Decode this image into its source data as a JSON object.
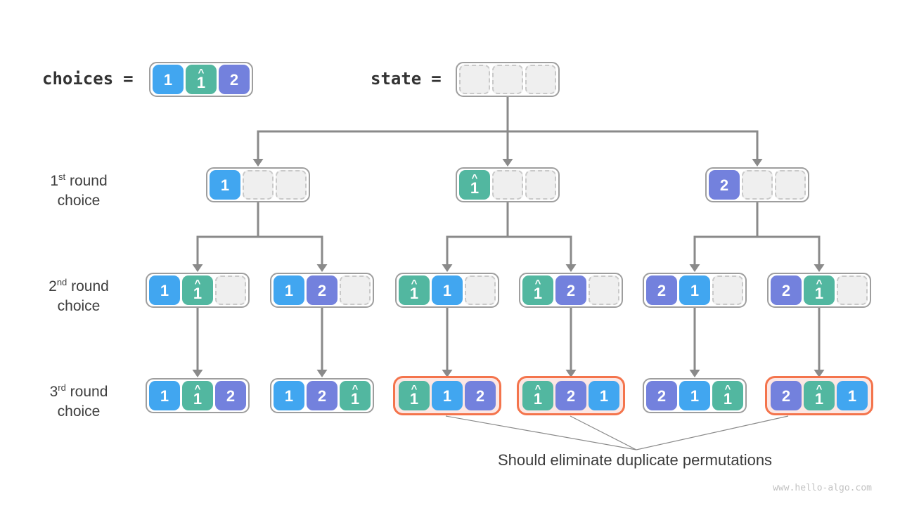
{
  "page": {
    "watermark": "www.hello-algo.com",
    "background": "#ffffff"
  },
  "colors": {
    "element_one": "#41A6F0",
    "element_one_hat": "#52B7A0",
    "element_two": "#7381DD",
    "container_border": "#9E9E9E",
    "empty_fill": "#EFEFEF",
    "empty_border": "#C9C9C9",
    "arrow": "#8A8A8A",
    "duplicate_border": "#F4744C",
    "duplicate_fill": "#FCE7E4",
    "text": "#3C3C3C"
  },
  "header": {
    "choices_label": "choices",
    "choices_eq": "=",
    "state_label": "state",
    "state_eq": "=",
    "choices_node": {
      "cells": [
        {
          "t": "one",
          "v": "1"
        },
        {
          "t": "one-hat",
          "v": "1",
          "hat": "^"
        },
        {
          "t": "two",
          "v": "2"
        }
      ]
    },
    "state_node": {
      "cells": [
        {
          "t": "empty"
        },
        {
          "t": "empty"
        },
        {
          "t": "empty"
        }
      ]
    }
  },
  "row_labels": [
    {
      "num": "1",
      "sup": "st",
      "rest": " round",
      "line2": "choice"
    },
    {
      "num": "2",
      "sup": "nd",
      "rest": " round",
      "line2": "choice"
    },
    {
      "num": "3",
      "sup": "rd",
      "rest": " round",
      "line2": "choice"
    }
  ],
  "tree": {
    "round1": [
      {
        "cells": [
          {
            "t": "one",
            "v": "1"
          },
          {
            "t": "empty"
          },
          {
            "t": "empty"
          }
        ]
      },
      {
        "cells": [
          {
            "t": "one-hat",
            "v": "1",
            "hat": "^"
          },
          {
            "t": "empty"
          },
          {
            "t": "empty"
          }
        ]
      },
      {
        "cells": [
          {
            "t": "two",
            "v": "2"
          },
          {
            "t": "empty"
          },
          {
            "t": "empty"
          }
        ]
      }
    ],
    "round2": [
      {
        "cells": [
          {
            "t": "one",
            "v": "1"
          },
          {
            "t": "one-hat",
            "v": "1",
            "hat": "^"
          },
          {
            "t": "empty"
          }
        ]
      },
      {
        "cells": [
          {
            "t": "one",
            "v": "1"
          },
          {
            "t": "two",
            "v": "2"
          },
          {
            "t": "empty"
          }
        ]
      },
      {
        "cells": [
          {
            "t": "one-hat",
            "v": "1",
            "hat": "^"
          },
          {
            "t": "one",
            "v": "1"
          },
          {
            "t": "empty"
          }
        ]
      },
      {
        "cells": [
          {
            "t": "one-hat",
            "v": "1",
            "hat": "^"
          },
          {
            "t": "two",
            "v": "2"
          },
          {
            "t": "empty"
          }
        ]
      },
      {
        "cells": [
          {
            "t": "two",
            "v": "2"
          },
          {
            "t": "one",
            "v": "1"
          },
          {
            "t": "empty"
          }
        ]
      },
      {
        "cells": [
          {
            "t": "two",
            "v": "2"
          },
          {
            "t": "one-hat",
            "v": "1",
            "hat": "^"
          },
          {
            "t": "empty"
          }
        ]
      }
    ],
    "round3": [
      {
        "cells": [
          {
            "t": "one",
            "v": "1"
          },
          {
            "t": "one-hat",
            "v": "1",
            "hat": "^"
          },
          {
            "t": "two",
            "v": "2"
          }
        ]
      },
      {
        "cells": [
          {
            "t": "one",
            "v": "1"
          },
          {
            "t": "two",
            "v": "2"
          },
          {
            "t": "one-hat",
            "v": "1",
            "hat": "^"
          }
        ]
      },
      {
        "cells": [
          {
            "t": "one-hat",
            "v": "1",
            "hat": "^"
          },
          {
            "t": "one",
            "v": "1"
          },
          {
            "t": "two",
            "v": "2"
          }
        ],
        "highlight": true
      },
      {
        "cells": [
          {
            "t": "one-hat",
            "v": "1",
            "hat": "^"
          },
          {
            "t": "two",
            "v": "2"
          },
          {
            "t": "one",
            "v": "1"
          }
        ],
        "highlight": true
      },
      {
        "cells": [
          {
            "t": "two",
            "v": "2"
          },
          {
            "t": "one",
            "v": "1"
          },
          {
            "t": "one-hat",
            "v": "1",
            "hat": "^"
          }
        ]
      },
      {
        "cells": [
          {
            "t": "two",
            "v": "2"
          },
          {
            "t": "one-hat",
            "v": "1",
            "hat": "^"
          },
          {
            "t": "one",
            "v": "1"
          }
        ],
        "highlight": true
      }
    ]
  },
  "annotation": {
    "text": "Should eliminate duplicate permutations"
  }
}
